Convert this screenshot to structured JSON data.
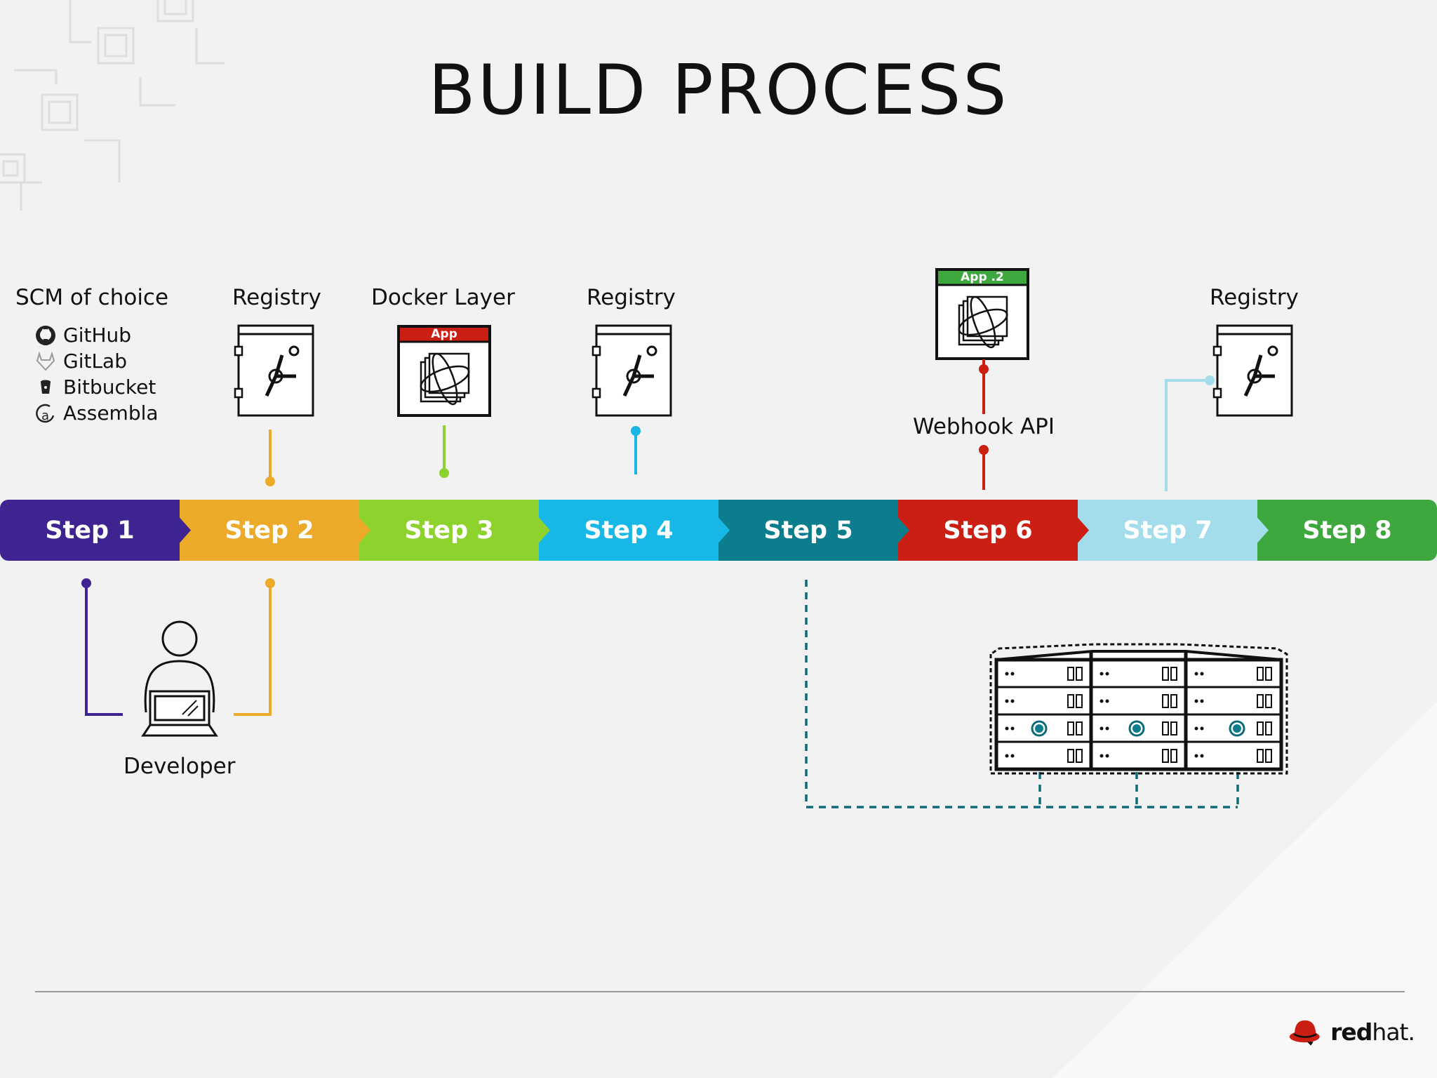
{
  "slide": {
    "title": "BUILD PROCESS"
  },
  "headers": {
    "scm": "SCM of choice",
    "registry_1": "Registry",
    "docker_layer": "Docker Layer",
    "registry_2": "Registry",
    "registry_3": "Registry",
    "webhook": "Webhook API"
  },
  "scm_options": [
    {
      "label": "GitHub",
      "icon": "github-icon"
    },
    {
      "label": "GitLab",
      "icon": "gitlab-icon"
    },
    {
      "label": "Bitbucket",
      "icon": "bitbucket-icon"
    },
    {
      "label": "Assembla",
      "icon": "assembla-icon"
    }
  ],
  "badges": {
    "app": "App",
    "app2": "App .2"
  },
  "developer": {
    "label": "Developer"
  },
  "steps": [
    {
      "label": "Step 1",
      "color": "#3f2391"
    },
    {
      "label": "Step 2",
      "color": "#ebaa27"
    },
    {
      "label": "Step 3",
      "color": "#8ed22e"
    },
    {
      "label": "Step 4",
      "color": "#18b8e6"
    },
    {
      "label": "Step 5",
      "color": "#0c7d8c"
    },
    {
      "label": "Step 6",
      "color": "#cc1f14"
    },
    {
      "label": "Step 7",
      "color": "#a3dcea"
    },
    {
      "label": "Step 8",
      "color": "#3ea73d"
    }
  ],
  "logo": {
    "bold": "red",
    "light": "hat."
  }
}
